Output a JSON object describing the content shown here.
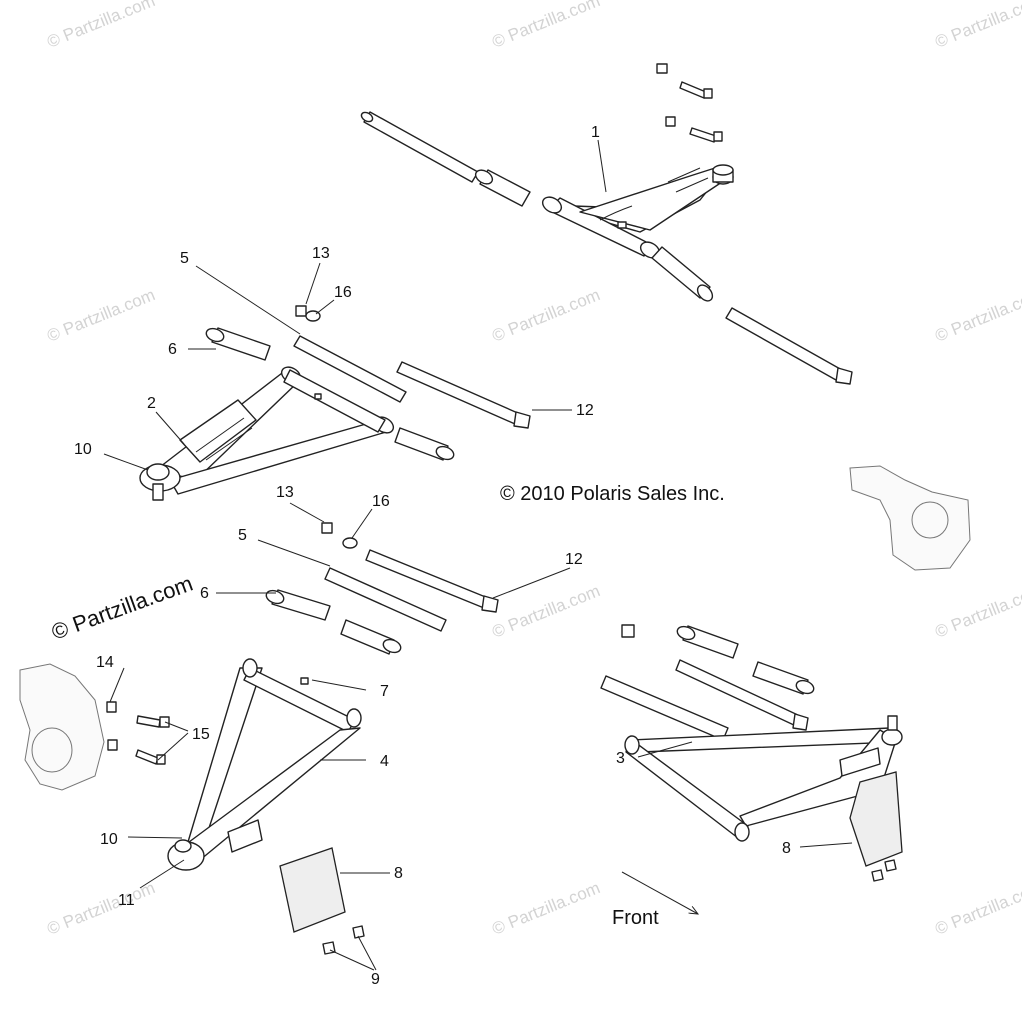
{
  "watermark": {
    "main": "© Partzilla.com",
    "repeat": "© Partzilla.com"
  },
  "copyright": "© 2010 Polaris Sales Inc.",
  "direction": "Front",
  "callouts": {
    "c1": "1",
    "c2": "2",
    "c3": "3",
    "c4": "4",
    "c5a": "5",
    "c5b": "5",
    "c6a": "6",
    "c6b": "6",
    "c7": "7",
    "c8a": "8",
    "c8b": "8",
    "c9": "9",
    "c10a": "10",
    "c10b": "10",
    "c11": "11",
    "c12a": "12",
    "c12b": "12",
    "c13a": "13",
    "c13b": "13",
    "c14": "14",
    "c15": "15",
    "c16a": "16",
    "c16b": "16"
  }
}
